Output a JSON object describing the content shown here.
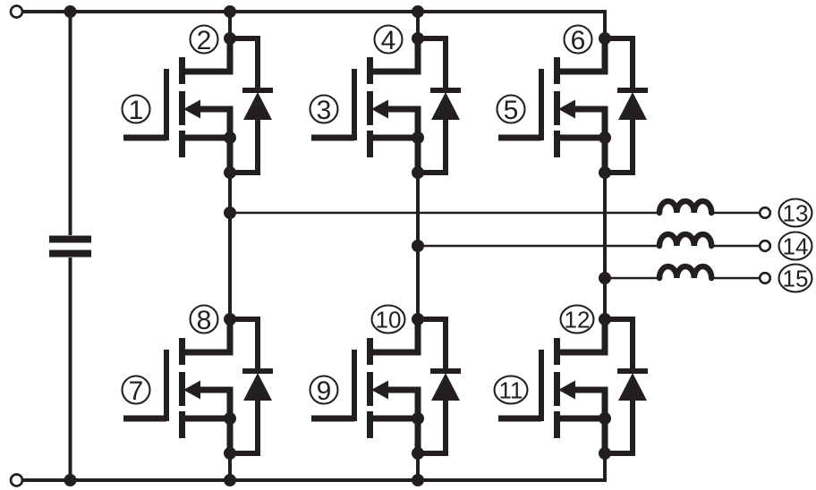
{
  "schematic": {
    "labels": {
      "transistors": [
        "1",
        "2",
        "3",
        "4",
        "5",
        "6",
        "7",
        "8",
        "9",
        "10",
        "11",
        "12"
      ],
      "outputs": [
        "13",
        "14",
        "15"
      ]
    },
    "icons": {
      "capacitor": "dc-link-capacitor",
      "transistor": "n-channel-mosfet-with-body-diode",
      "inductor": "output-inductor-coil",
      "input_terminal": "open-circle-terminal",
      "output_terminal": "open-circle-terminal"
    },
    "colors": {
      "ink": "#231f20",
      "background": "#ffffff"
    }
  }
}
